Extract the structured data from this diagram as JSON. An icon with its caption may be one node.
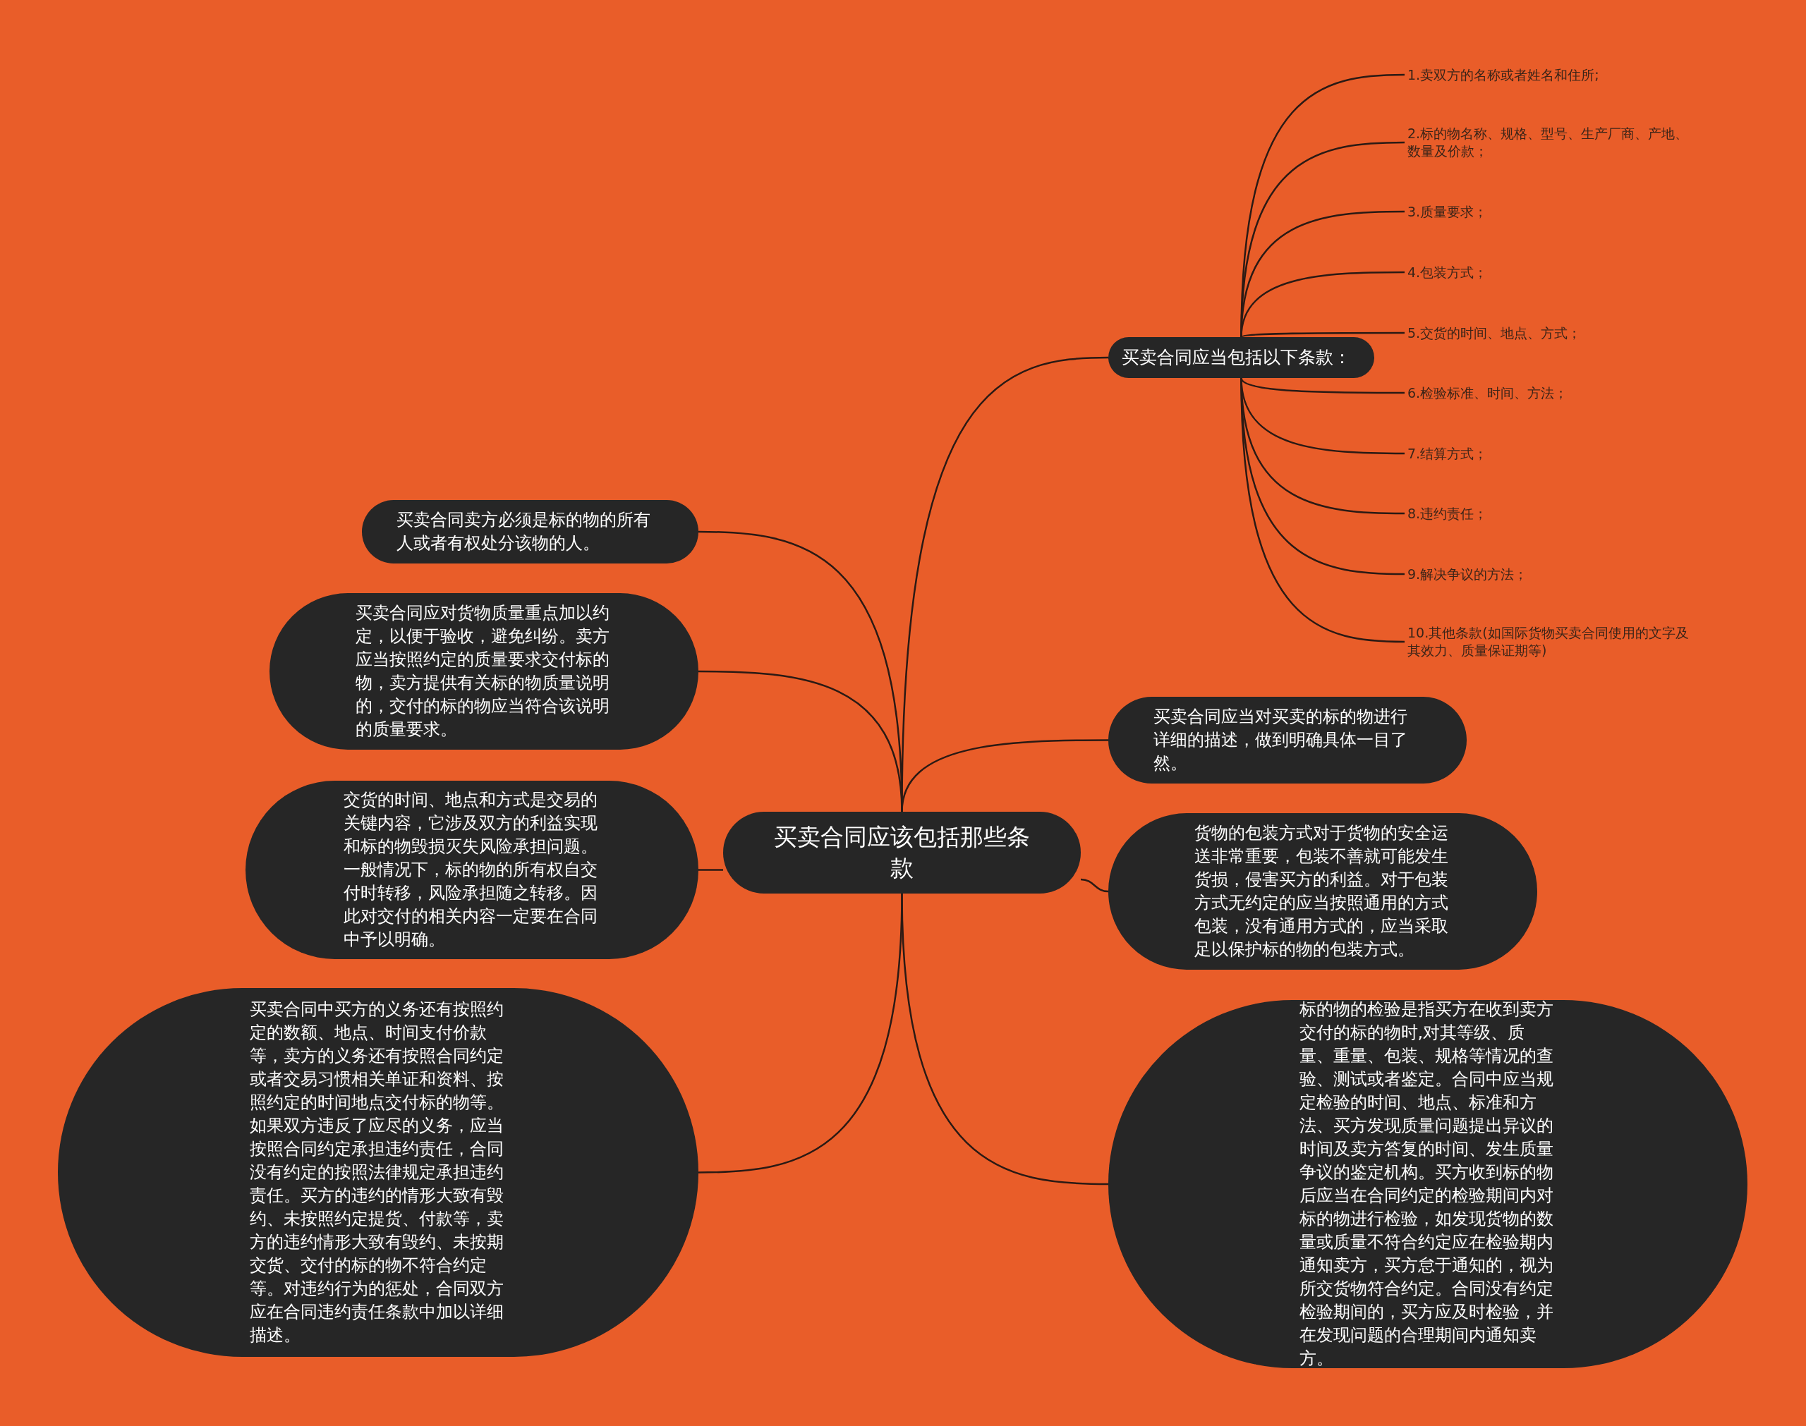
{
  "diagram": {
    "nodes": [
      {
        "text": [
          "买卖合同应该包括那些条款"
        ]
      },
      {
        "text": [
          "买卖合同应当包括以下条款："
        ]
      },
      {
        "text": [
          "1.卖双方的名称或者姓名和住所;"
        ]
      },
      {
        "text": [
          "2.标的物名称、规格、型号、生产厂商、产地、数量及价款；"
        ]
      },
      {
        "text": [
          "3.质量要求；"
        ]
      },
      {
        "text": [
          "4.包装方式；"
        ]
      },
      {
        "text": [
          "5.交货的时间、地点、方式；"
        ]
      },
      {
        "text": [
          "6.检验标准、时间、方法；"
        ]
      },
      {
        "text": [
          "7.结算方式；"
        ]
      },
      {
        "text": [
          "8.违约责任；"
        ]
      },
      {
        "text": [
          "9.解决争议的方法；"
        ]
      },
      {
        "text": [
          "10.其他条款(如国际货物买卖合同使用的文字及其效力、质量保证期等)"
        ]
      },
      {
        "text": [
          "买卖合同卖方必须是标的物的所有人或者有权处分该物的人。"
        ]
      },
      {
        "text": [
          "买卖合同应对货物质量重点加以约定，以便于验收，避免纠纷。卖方应当按照约定的质量要求交付标的物，卖方提供有关标的物质量说明的，交付的标的物应当符合该说明的质量要求。"
        ]
      },
      {
        "text": [
          "买卖合同应当对买卖的标的物进行详细的描述，做到明确具体一目了然。"
        ]
      },
      {
        "text": [
          "交货的时间、地点和方式是交易的关键内容，它涉及双方的利益实现和标的物毁损灭失风险承担问题。一般情况下，标的物的所有权自交付时转移，风险承担随之转移。因此对交付的相关内容一定要在合同中予以明确。"
        ]
      },
      {
        "text": [
          "货物的包装方式对于货物的安全运送非常重要，包装不善就可能发生货损，侵害买方的利益。对于包装方式无约定的应当按照通用的方式包装，没有通用方式的，应当采取足以保护标的物的包装方式。"
        ]
      },
      {
        "text": [
          "买卖合同中买方的义务还有按照约定的数额、地点、时间支付价款等，卖方的义务还有按照合同约定或者交易习惯相关单证和资料、按照约定的时间地点交付标的物等。如果双方违反了应尽的义务，应当按照合同约定承担违约责任，合同没有约定的按照法律规定承担违约责任。买方的违约的情形大致有毁约、未按照约定提货、付款等，卖方的违约情形大致有毁约、未按期交货、交付的标的物不符合约定等。对违约行为的惩处，合同双方应在合同违约责任条款中加以详细描述。"
        ]
      },
      {
        "text": [
          "标的物的检验是指买方在收到卖方交付的标的物时,对其等级、质量、重量、包装、规格等情况的查验、测试或者鉴定。合同中应当规定检验的时间、地点、标准和方法、买方发现质量问题提出异议的时间及卖方答复的时间、发生质量争议的鉴定机构。买方收到标的物后应当在合同约定的检验期间内对标的物进行检验，如发现货物的数量或质量不符合约定应在检验期内通知卖方，买方怠于通知的，视为所交货物符合约定。合同没有约定检验期间的，买方应及时检验，并在发现问题的合理期间内通知卖方。"
        ]
      }
    ],
    "edges": [
      {
        "from": 0,
        "to": 1,
        "arrow": "none"
      },
      {
        "from": 1,
        "to": 2,
        "arrow": "none"
      },
      {
        "from": 1,
        "to": 3,
        "arrow": "none"
      },
      {
        "from": 1,
        "to": 4,
        "arrow": "none"
      },
      {
        "from": 1,
        "to": 5,
        "arrow": "none"
      },
      {
        "from": 1,
        "to": 6,
        "arrow": "none"
      },
      {
        "from": 1,
        "to": 7,
        "arrow": "none"
      },
      {
        "from": 1,
        "to": 8,
        "arrow": "none"
      },
      {
        "from": 1,
        "to": 9,
        "arrow": "none"
      },
      {
        "from": 1,
        "to": 10,
        "arrow": "none"
      },
      {
        "from": 1,
        "to": 11,
        "arrow": "none"
      },
      {
        "from": 0,
        "to": 12,
        "arrow": "none"
      },
      {
        "from": 0,
        "to": 13,
        "arrow": "none"
      },
      {
        "from": 0,
        "to": 14,
        "arrow": "none"
      },
      {
        "from": 0,
        "to": 15,
        "arrow": "none"
      },
      {
        "from": 0,
        "to": 16,
        "arrow": "none"
      },
      {
        "from": 0,
        "to": 17,
        "arrow": "none"
      },
      {
        "from": 0,
        "to": 18,
        "arrow": "none"
      }
    ]
  }
}
